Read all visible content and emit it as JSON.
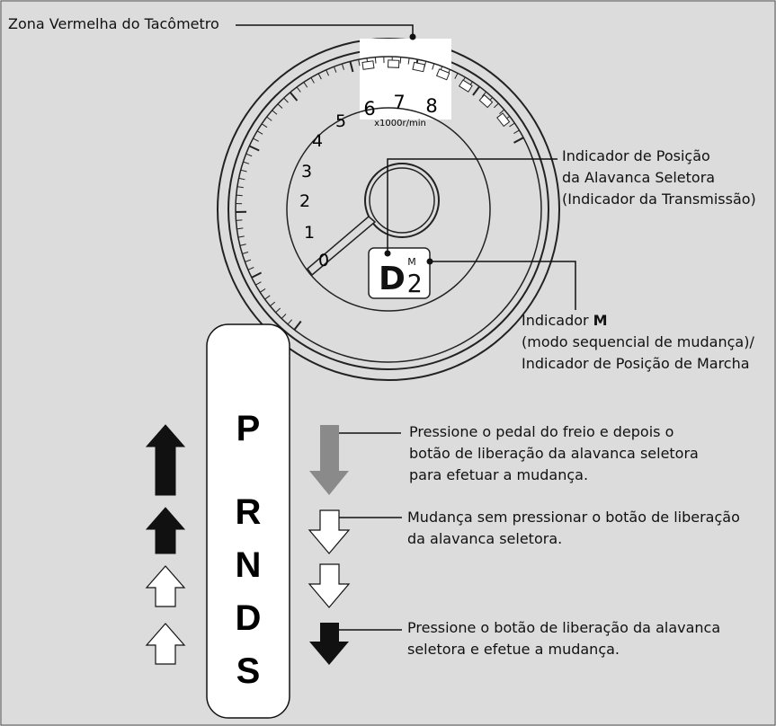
{
  "labels": {
    "redzone": "Zona Vermelha do Tacômetro",
    "pos_ind_1": "Indicador de Posição",
    "pos_ind_2": "da Alavanca Seletora",
    "pos_ind_3": "(Indicador da Transmissão)",
    "m_ind_prefix": "Indicador ",
    "m_ind_bold": "M",
    "m_ind_2": "(modo sequencial de mudança)/",
    "m_ind_3": "Indicador de Posição de Marcha",
    "note1_1": "Pressione o pedal do freio e depois o",
    "note1_2": "botão de liberação da alavanca seletora",
    "note1_3": "para efetuar a mudança.",
    "note2_1": "Mudança sem pressionar o botão de liberação",
    "note2_2": "da alavanca seletora.",
    "note3_1": "Pressione o botão de liberação da alavanca",
    "note3_2": "seletora e efetue a mudança."
  },
  "gauge": {
    "numbers": [
      "0",
      "1",
      "2",
      "3",
      "4",
      "5",
      "6",
      "7",
      "8"
    ],
    "unit": "x1000r/min",
    "display_gear": "D",
    "display_mode": "M",
    "display_number": "2"
  },
  "gates": [
    "P",
    "R",
    "N",
    "D",
    "S"
  ],
  "colors": {
    "background": "#dcdcdc",
    "highlight": "#ffffff",
    "arrow_dark": "#111111",
    "arrow_gray": "#8a8a8a"
  }
}
